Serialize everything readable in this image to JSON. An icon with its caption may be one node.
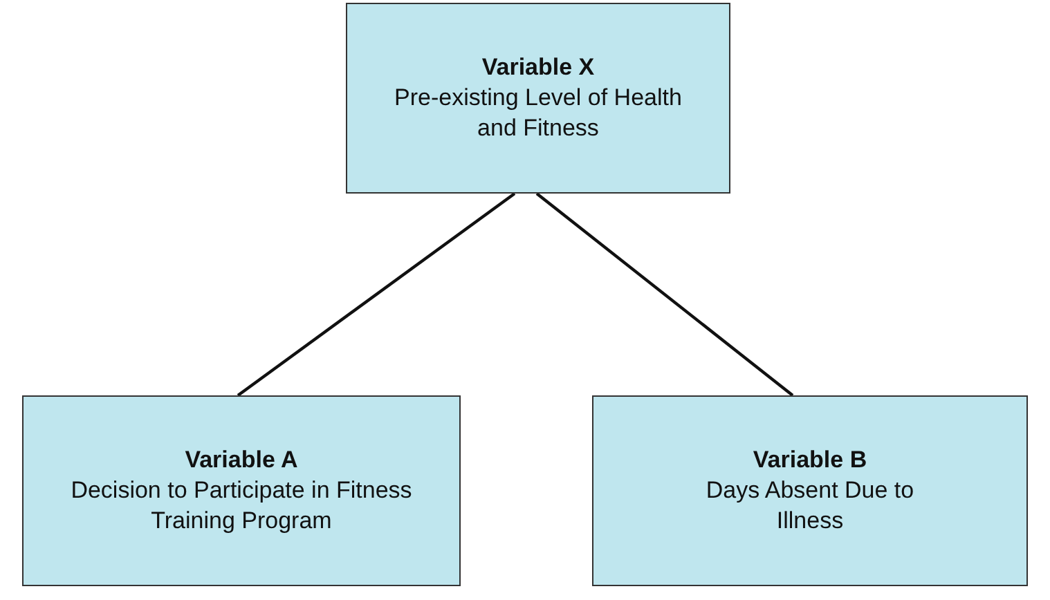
{
  "diagram": {
    "nodes": [
      {
        "text": [
          "Variable X",
          "Pre-existing Level of Health and Fitness"
        ]
      },
      {
        "text": [
          "Variable A",
          "Decision to Participate in Fitness Training Program"
        ]
      },
      {
        "text": [
          "Variable B",
          "Days Absent Due to Illness"
        ]
      }
    ],
    "edges": [
      {
        "from": 0,
        "to": 1,
        "arrow": "none"
      },
      {
        "from": 0,
        "to": 2,
        "arrow": "none"
      }
    ]
  }
}
